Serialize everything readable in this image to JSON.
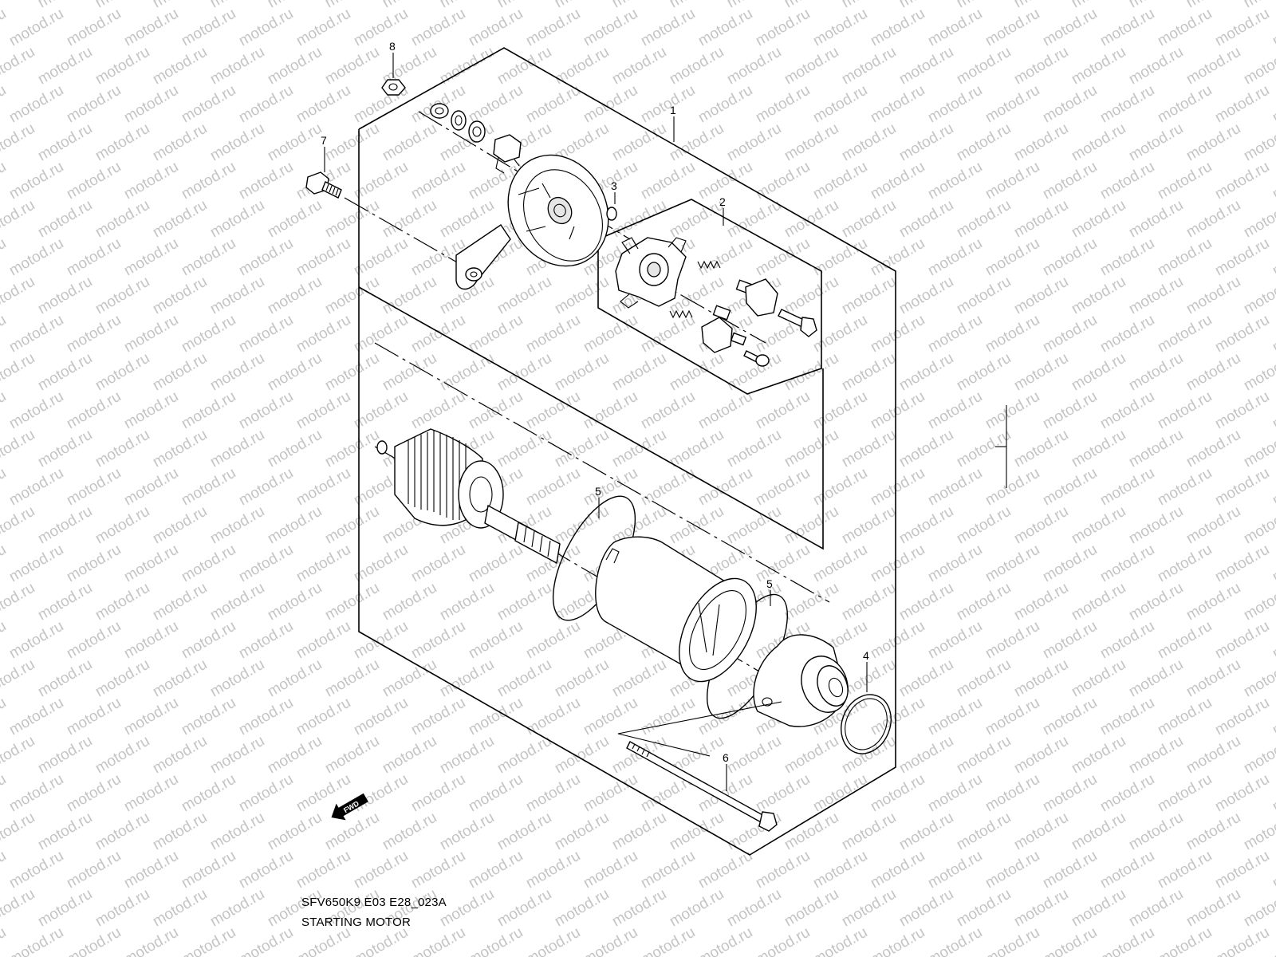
{
  "watermark": {
    "text": "motod.ru"
  },
  "callouts": [
    {
      "id": "1",
      "label": "1"
    },
    {
      "id": "2",
      "label": "2"
    },
    {
      "id": "3",
      "label": "3"
    },
    {
      "id": "4",
      "label": "4"
    },
    {
      "id": "5a",
      "label": "5"
    },
    {
      "id": "5b",
      "label": "5"
    },
    {
      "id": "6",
      "label": "6"
    },
    {
      "id": "7",
      "label": "7"
    },
    {
      "id": "8",
      "label": "8"
    }
  ],
  "fwd_label": "FWD",
  "caption": {
    "code": "SFV650K9 E03 E28_023A",
    "title": "STARTING MOTOR"
  }
}
